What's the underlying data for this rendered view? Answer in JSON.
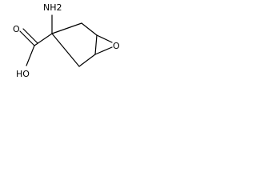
{
  "molecule": {
    "labels": {
      "amino": "NH2",
      "hydroxyl": "HO",
      "carbonyl_oxygen": "O",
      "epoxide_oxygen": "O"
    }
  }
}
